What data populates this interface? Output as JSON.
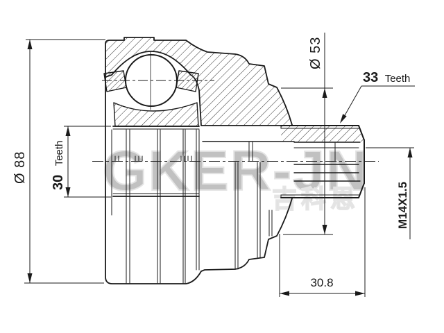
{
  "drawing": {
    "type": "CV joint outer race cross-section",
    "annotations": {
      "dia_outer": "Ø 88",
      "inner_teeth_value": "30",
      "inner_teeth_unit": "Teeth",
      "dia_mid": "Ø 53",
      "shaft_teeth_value": "33",
      "shaft_teeth_unit": "Teeth",
      "thread_spec": "M14X1.5",
      "spline_length": "30.8"
    },
    "watermark": {
      "brand": "GKER-JN",
      "cjk": "吉科恩"
    },
    "colors": {
      "ink": "#1a1a1a",
      "watermark_stroke": "#c4c4c4",
      "background": "#ffffff"
    }
  }
}
